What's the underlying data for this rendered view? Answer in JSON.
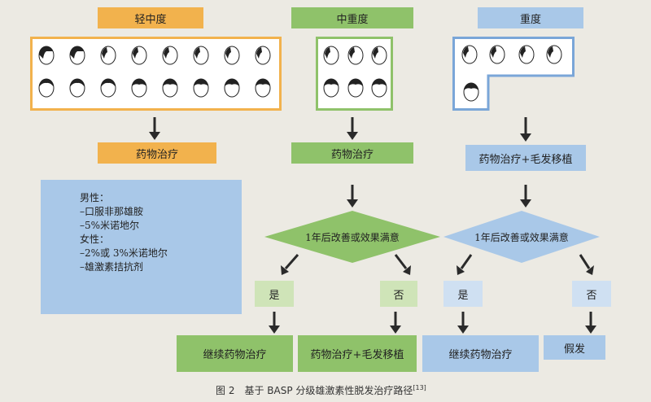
{
  "headers": {
    "mild": "轻中度",
    "moderate": "中重度",
    "severe": "重度"
  },
  "treatments": {
    "mild": "药物治疗",
    "moderate": "药物治疗",
    "severe": "药物治疗+毛发移植"
  },
  "info_box": {
    "lines": [
      "男性：",
      "–口服非那雄胺",
      "–5%米诺地尔",
      "女性：",
      "–2%或 3%米诺地尔",
      "–雄激素拮抗剂"
    ]
  },
  "decisions": {
    "moderate": "1年后改善或效果满意",
    "severe": "1年后改善或效果满意"
  },
  "answers": {
    "moderate_yes": "是",
    "moderate_no": "否",
    "severe_yes": "是",
    "severe_no": "否"
  },
  "outcomes": {
    "moderate_yes": "继续药物治疗",
    "moderate_no": "药物治疗+毛发移植",
    "severe_yes": "继续药物治疗",
    "severe_no": "假发"
  },
  "caption": {
    "text": "图 2　基于 BASP 分级雄激素性脱发治疗路径",
    "ref": "[13]"
  },
  "colors": {
    "orange": "#f2b24d",
    "green": "#8fc26a",
    "blue": "#a9c8e8",
    "arrow": "#2a2a2a"
  }
}
